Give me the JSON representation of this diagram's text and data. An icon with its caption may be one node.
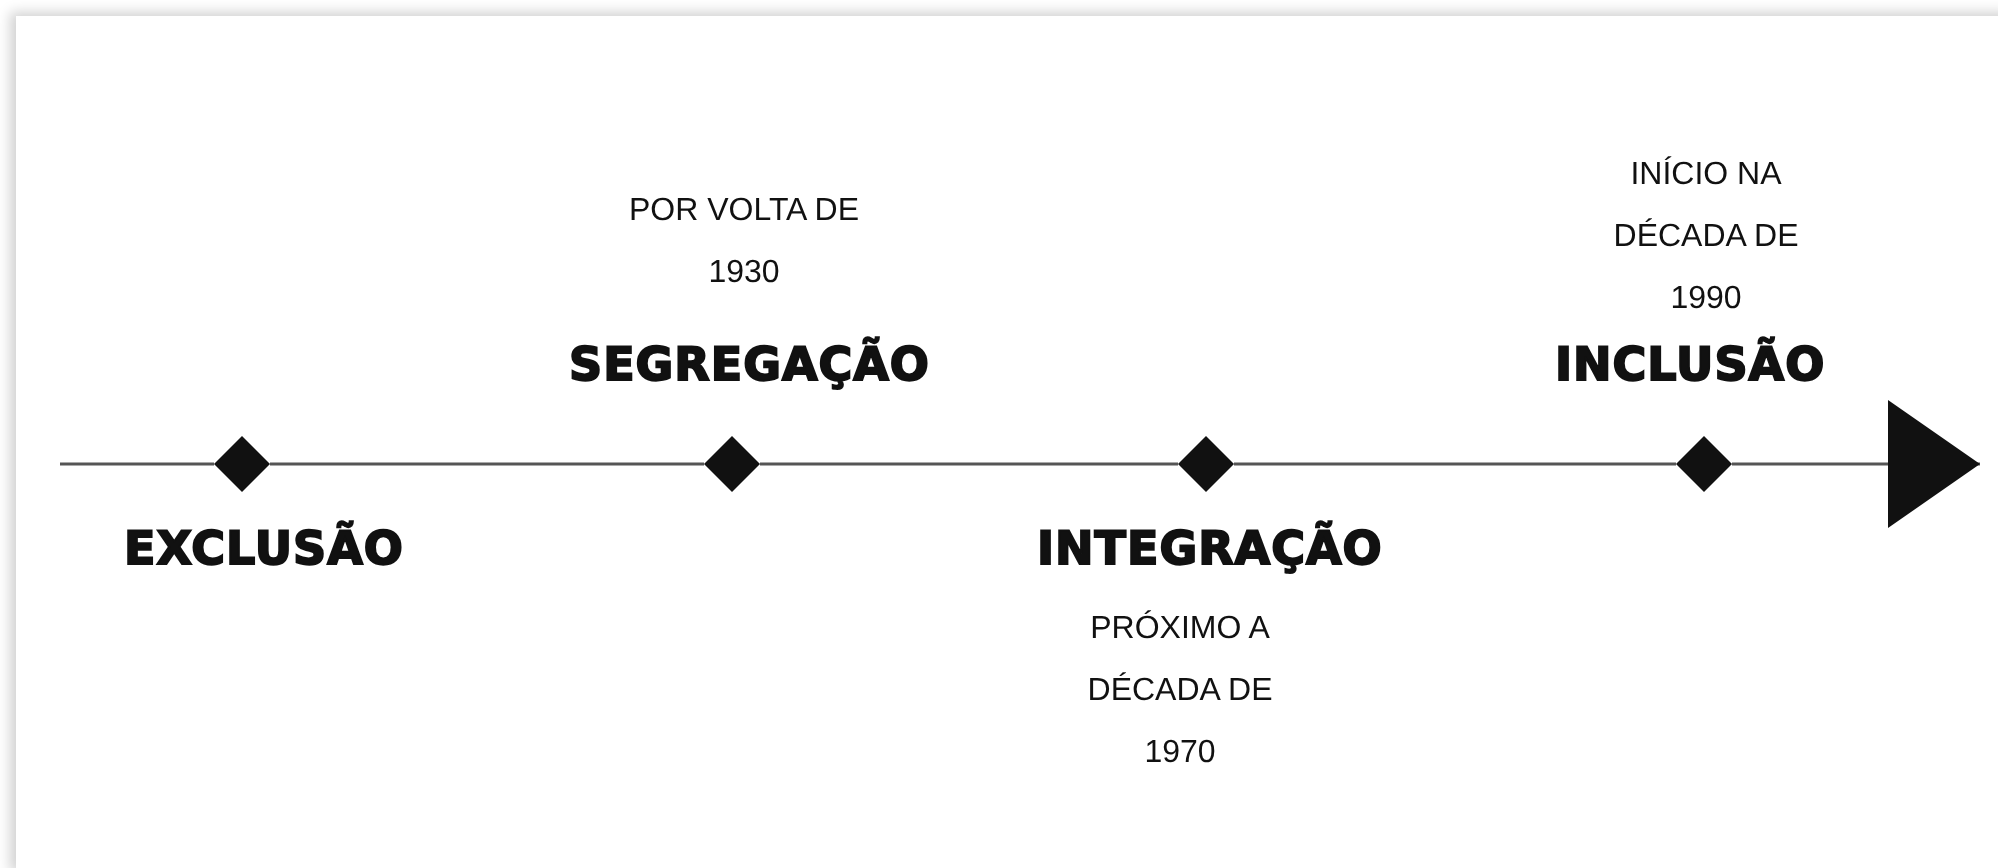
{
  "diagram": {
    "nodes": [
      {
        "text": [],
        "shape": "diamond",
        "beside": [
          "EXCLUSÃO"
        ]
      },
      {
        "text": [],
        "shape": "diamond",
        "beside": [
          "POR VOLTA DE 1930",
          "SEGREGAÇÃO"
        ]
      },
      {
        "text": [],
        "shape": "diamond",
        "beside": [
          "INTEGRAÇÃO",
          "PRÓXIMO A DÉCADA DE 1970"
        ]
      },
      {
        "text": [],
        "shape": "diamond",
        "beside": [
          "INÍCIO NA DÉCADA DE 1990",
          "INCLUSÃO"
        ]
      }
    ],
    "edges": [
      {
        "from": null,
        "to": 0,
        "arrow": "none"
      },
      {
        "from": 0,
        "to": 1,
        "arrow": "none"
      },
      {
        "from": 1,
        "to": 2,
        "arrow": "none"
      },
      {
        "from": 2,
        "to": 3,
        "arrow": "none"
      },
      {
        "from": 3,
        "to": null,
        "arrow": "to"
      }
    ]
  }
}
